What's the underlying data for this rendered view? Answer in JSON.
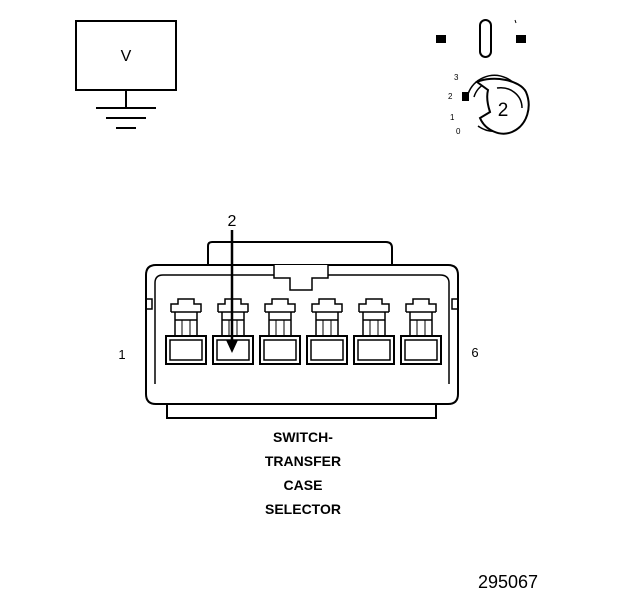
{
  "voltmeter": {
    "symbol": "V"
  },
  "ignition": {
    "positions": [
      "3",
      "2",
      "1",
      "0"
    ],
    "key_label": "2"
  },
  "connector": {
    "callout_pin": "2",
    "first_pin": "1",
    "last_pin": "6",
    "pin_count": 6,
    "name_lines": [
      "SWITCH-",
      "TRANSFER",
      "CASE",
      "SELECTOR"
    ]
  },
  "figure_number": "295067"
}
